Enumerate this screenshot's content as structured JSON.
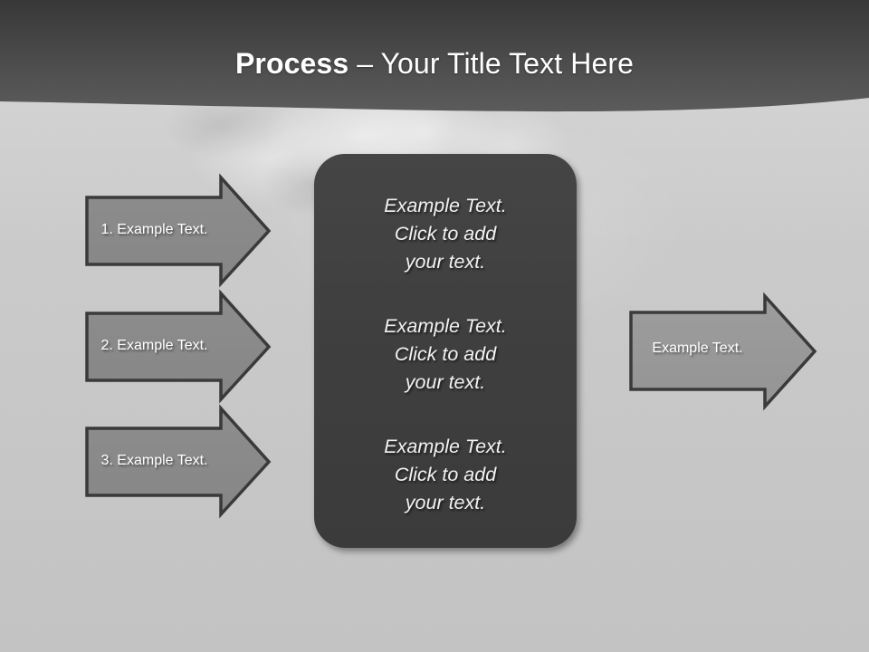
{
  "slide": {
    "title": {
      "strong": "Process",
      "rest": " – Your Title Text Here"
    },
    "background_color": "#c9c9c9",
    "header_color_top": "#3a3a3a",
    "header_color_bottom": "#5a5a5a",
    "panel_color": "#3f3f3f",
    "arrow_fill": "#8a8a8a",
    "arrow_fill_right": "#9a9a9a",
    "arrow_stroke": "#3a3a3a",
    "text_color": "#ffffff"
  },
  "left_arrows": [
    {
      "label": "1. Example Text."
    },
    {
      "label": "2. Example Text."
    },
    {
      "label": "3. Example Text."
    }
  ],
  "center_panel": {
    "blocks": [
      {
        "text": "Example Text.\nClick  to add\nyour text."
      },
      {
        "text": "Example Text.\nClick  to add\nyour text."
      },
      {
        "text": "Example Text.\nClick  to add\nyour text."
      }
    ]
  },
  "right_arrow": {
    "label": "Example Text."
  }
}
